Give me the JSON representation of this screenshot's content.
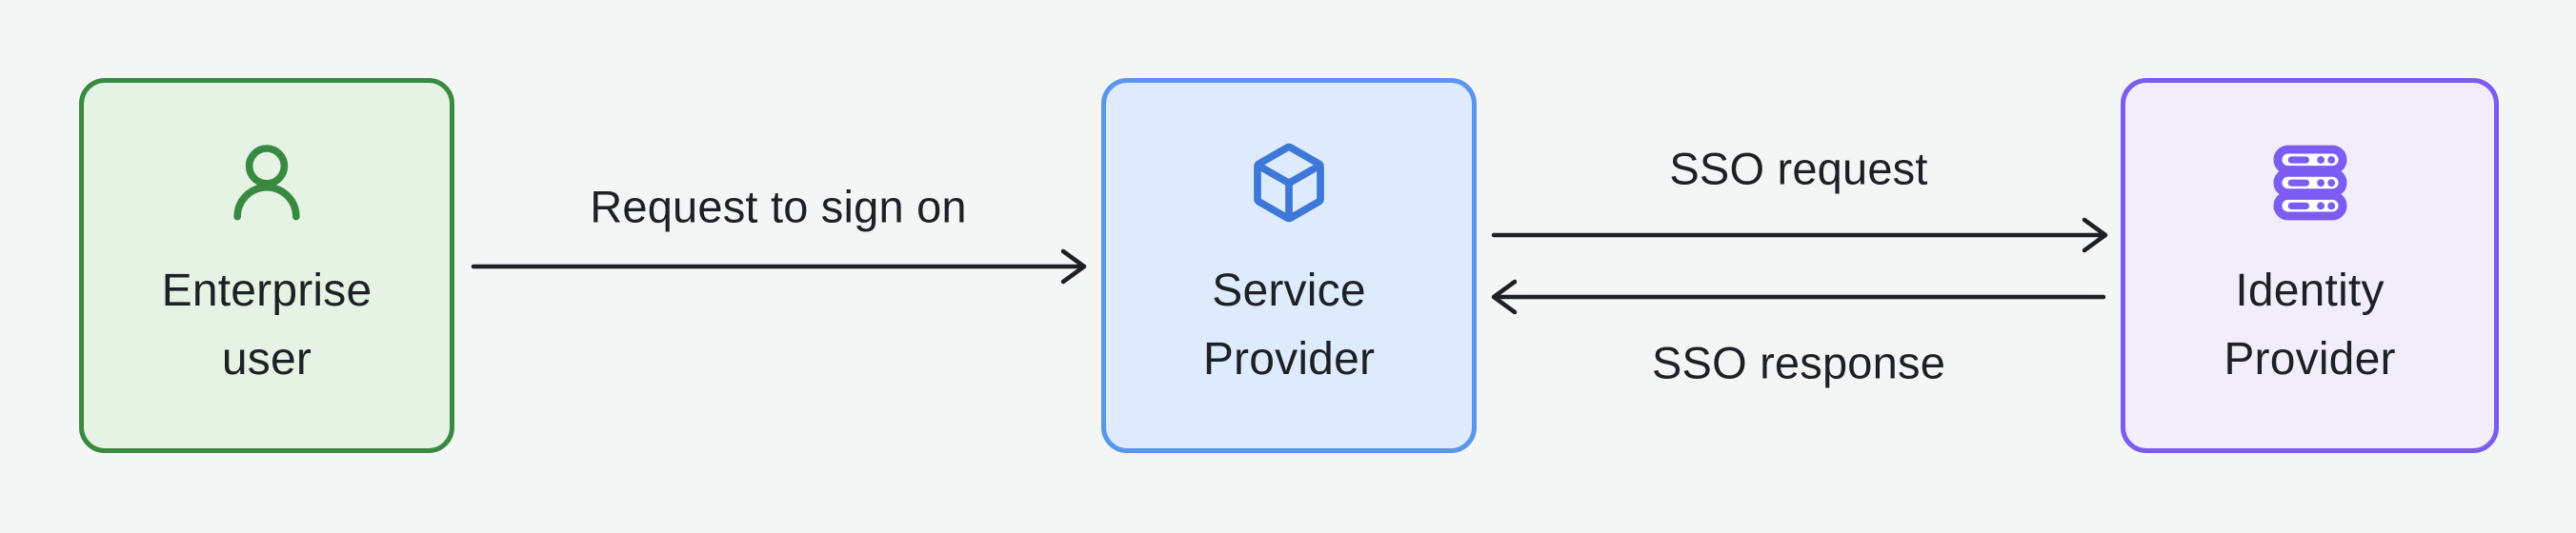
{
  "diagram": {
    "description": "SSO flow diagram",
    "background_color": "#f4f6f5",
    "text_color": "#1d2126",
    "arrow_color": "#1d2126",
    "nodes": [
      {
        "id": "enterprise-user",
        "lines": [
          "Enterprise",
          "user"
        ],
        "icon": "user-icon",
        "border_color": "#378a40",
        "fill_color": "#e5f2e4",
        "icon_color": "#378a40"
      },
      {
        "id": "service-provider",
        "lines": [
          "Service",
          "Provider"
        ],
        "icon": "cube-icon",
        "border_color": "#5b96ee",
        "fill_color": "#deebfc",
        "icon_color": "#3d78d8"
      },
      {
        "id": "identity-provider",
        "lines": [
          "Identity",
          "Provider"
        ],
        "icon": "server-icon",
        "border_color": "#7b5cf0",
        "fill_color": "#f2edfb",
        "icon_color": "#7c5cf3"
      }
    ],
    "edges": [
      {
        "label": "Request to sign on",
        "from": "enterprise-user",
        "to": "service-provider",
        "direction": "right"
      },
      {
        "label": "SSO request",
        "from": "service-provider",
        "to": "identity-provider",
        "direction": "right"
      },
      {
        "label": "SSO response",
        "from": "identity-provider",
        "to": "service-provider",
        "direction": "left"
      }
    ]
  }
}
